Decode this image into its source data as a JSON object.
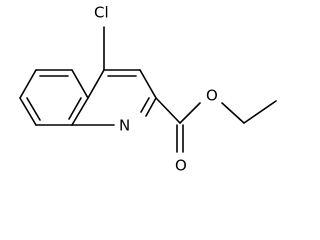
{
  "molecule": {
    "atoms": {
      "chlorine": "Cl",
      "ring_nitrogen": "N",
      "ester_oxygen": "O",
      "carbonyl_oxygen": "O"
    },
    "colors": {
      "bond": "#000000",
      "label": "#000000",
      "background": "#ffffff"
    }
  }
}
